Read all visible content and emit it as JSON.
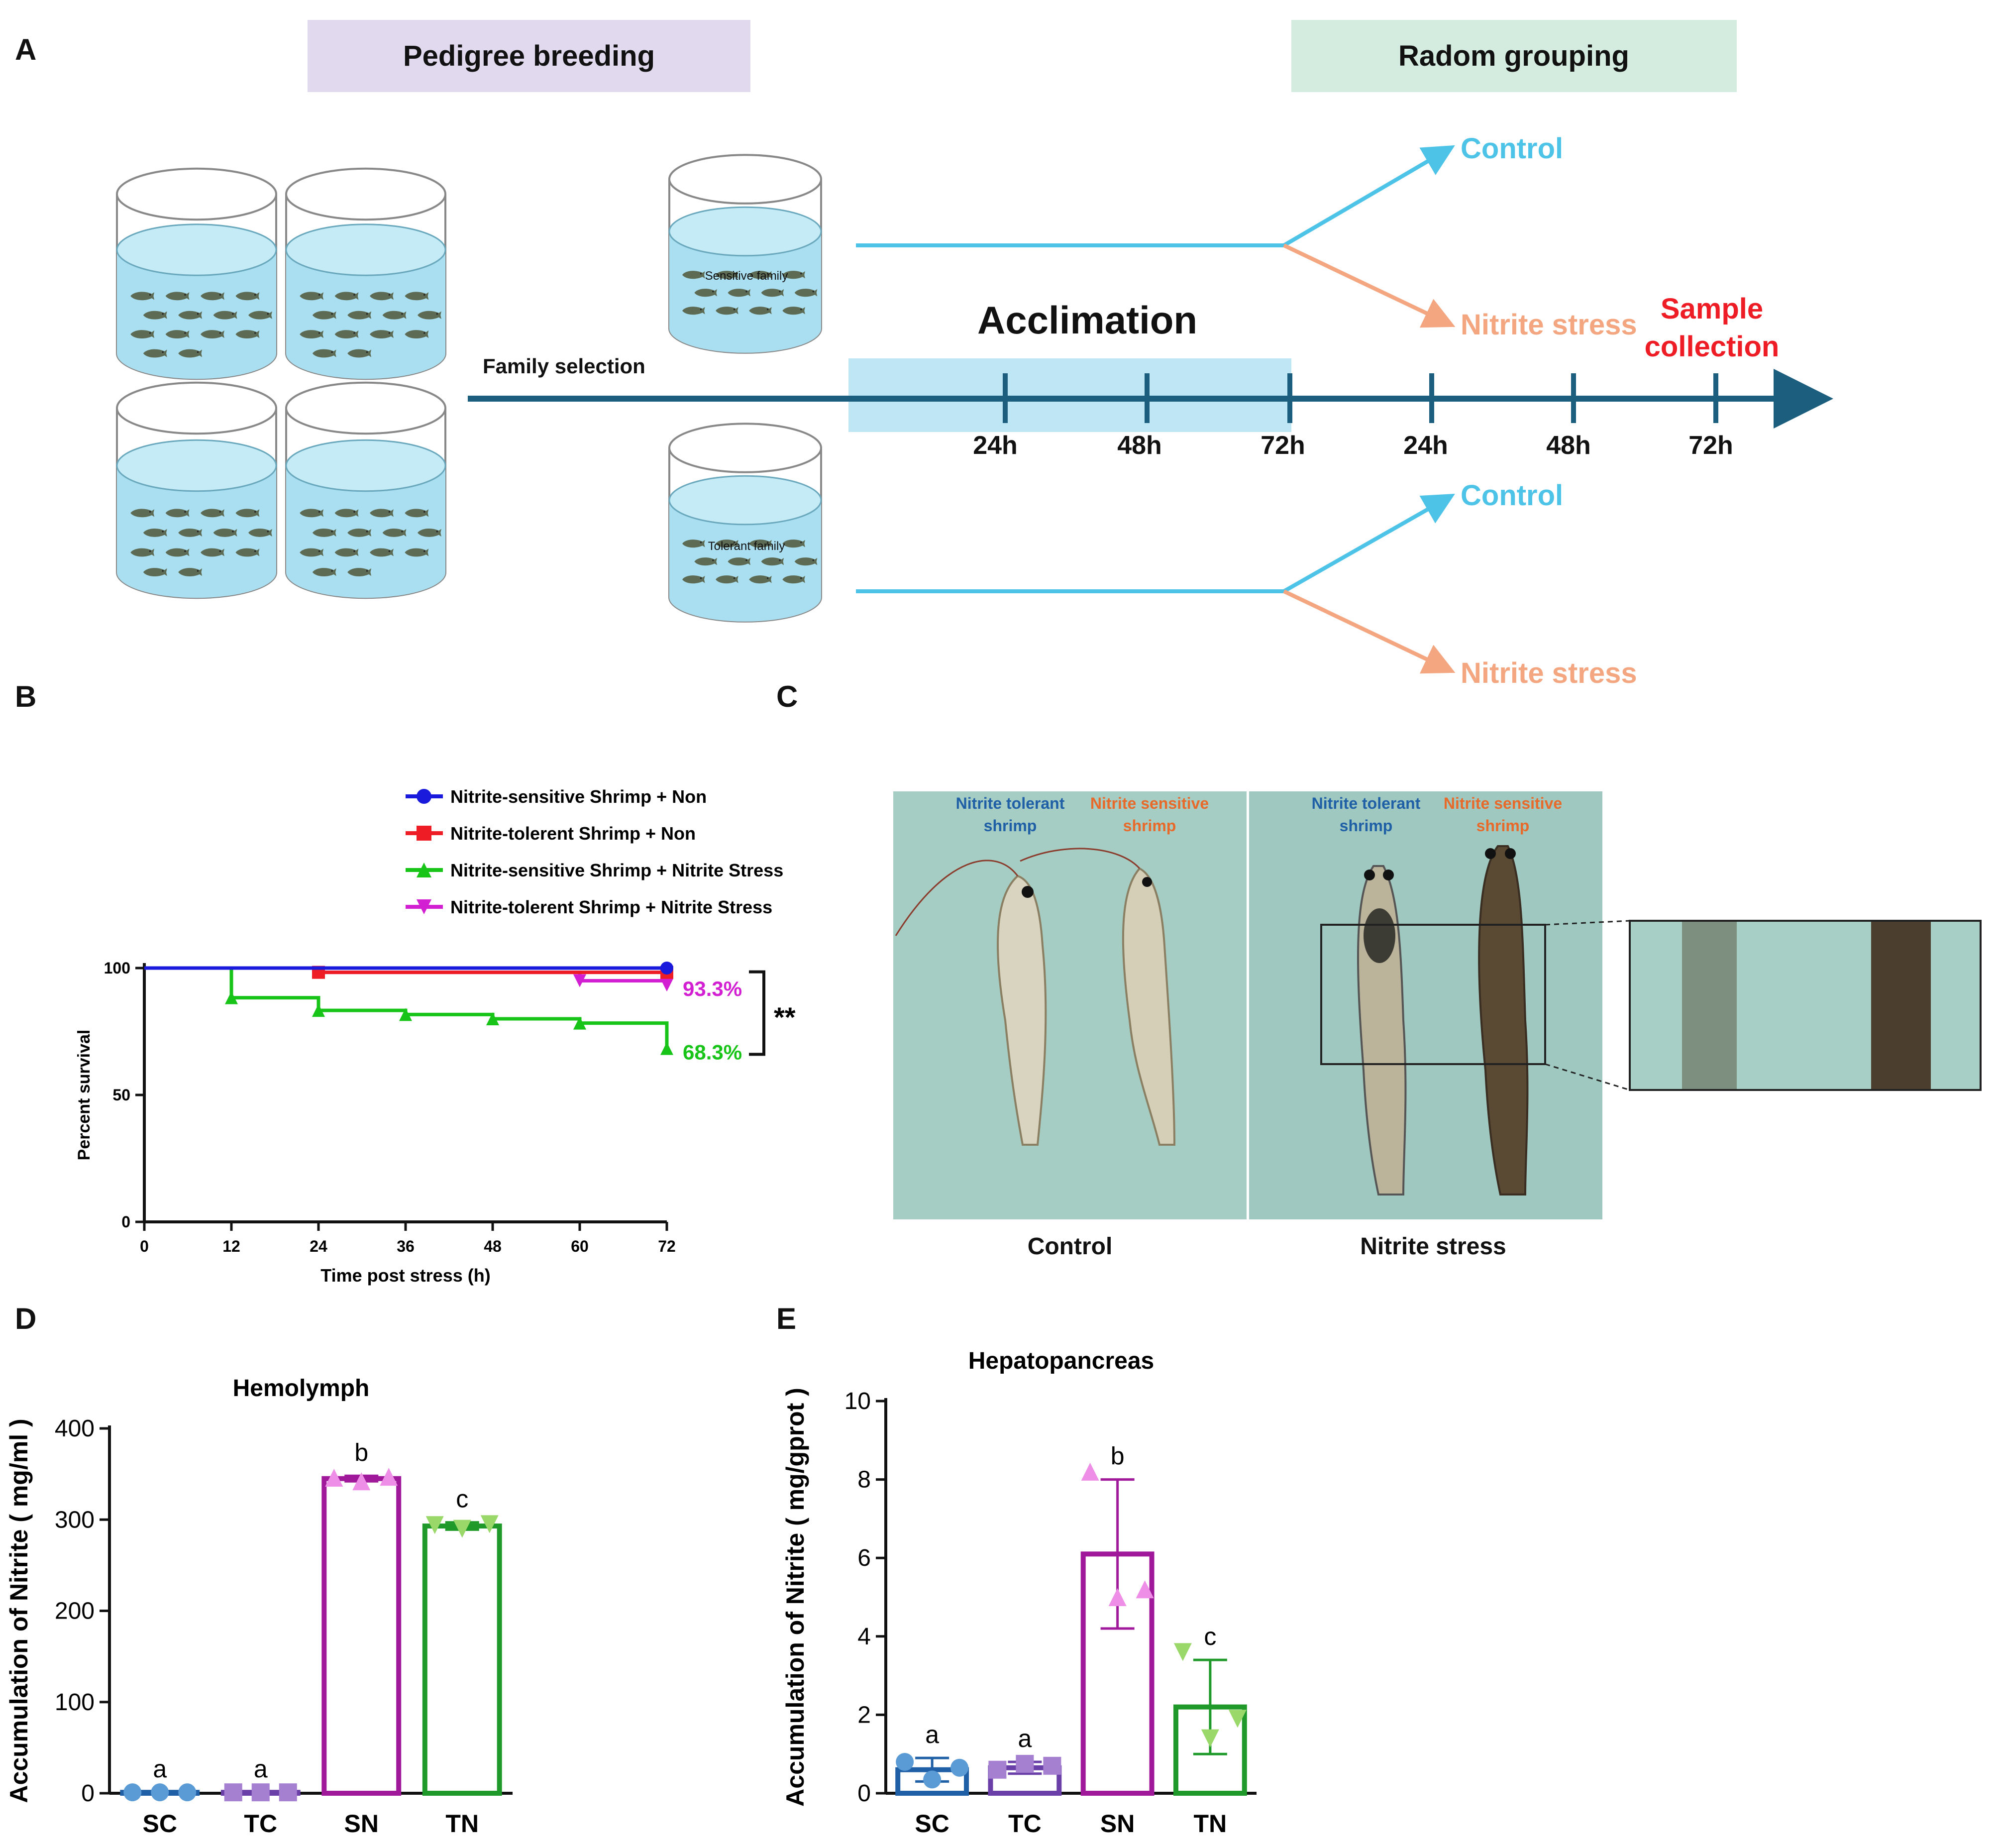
{
  "panel_labels": {
    "a": "A",
    "b": "B",
    "c": "C",
    "d": "D",
    "e": "E"
  },
  "panel_a": {
    "box_left": "Pedigree breeding",
    "box_right": "Radom grouping",
    "family_selection": "Family selection",
    "sensitive_tank": "Sensitive family",
    "tolerant_tank": "Tolerant family",
    "acclimation": "Acclimation",
    "timeline_ticks": [
      "24h",
      "48h",
      "72h",
      "24h",
      "48h",
      "72h"
    ],
    "branch_control": "Control",
    "branch_stress": "Nitrite stress",
    "sample_collection_line1": "Sample",
    "sample_collection_line2": "collection",
    "colors": {
      "box_left": "#e1d9ee",
      "box_right": "#d4ecdf",
      "timeline": "#1b5e7d",
      "control": "#4ec3e8",
      "stress": "#f3a67f",
      "sample": "#ee1c24",
      "water": "#a9dff0"
    }
  },
  "panel_c": {
    "tolerant_label_line1": "Nitrite tolerant",
    "tolerant_label_line2": "shrimp",
    "sensitive_label_line1": "Nitrite sensitive",
    "sensitive_label_line2": "shrimp",
    "caption_control": "Control",
    "caption_stress": "Nitrite stress",
    "colors": {
      "tolerant": "#1f5fa6",
      "sensitive": "#e86a2a",
      "background": "#a6cdc4"
    }
  },
  "chart_data": [
    {
      "id": "B",
      "type": "line",
      "subtype": "step-survival",
      "xlabel": "Time post stress (h)",
      "ylabel": "Percent survival",
      "xlim": [
        0,
        72
      ],
      "ylim": [
        0,
        100
      ],
      "xticks": [
        "0",
        "12",
        "24",
        "36",
        "48",
        "60",
        "72"
      ],
      "yticks": [
        "0",
        "50",
        "100"
      ],
      "grid": false,
      "legend_position": "top",
      "series": [
        {
          "name": "Nitrite-sensitive Shrimp + Non",
          "color": "#1a1adc",
          "marker": "circle",
          "x": [
            0,
            72
          ],
          "y": [
            100,
            100
          ]
        },
        {
          "name": "Nitrite-tolerent Shrimp + Non",
          "color": "#ee1c24",
          "marker": "square",
          "x": [
            0,
            24,
            72
          ],
          "y": [
            100,
            98.3,
            98.3
          ]
        },
        {
          "name": "Nitrite-sensitive Shrimp + Nitrite Stress",
          "color": "#19c419",
          "marker": "triangle-up",
          "x": [
            0,
            12,
            24,
            36,
            48,
            60,
            72
          ],
          "y": [
            100,
            88.3,
            83.3,
            81.7,
            80,
            78.3,
            68.3
          ]
        },
        {
          "name": "Nitrite-tolerent Shrimp + Nitrite Stress",
          "color": "#d21fd2",
          "marker": "triangle-down",
          "x": [
            0,
            24,
            60,
            72
          ],
          "y": [
            100,
            98.3,
            95,
            93.3
          ]
        }
      ],
      "annotations": {
        "tolerant_final": "93.3%",
        "sensitive_final": "68.3%",
        "significance": "**"
      }
    },
    {
      "id": "D",
      "type": "bar",
      "title": "Hemolymph",
      "xlabel": "",
      "ylabel": "Accumulation of Nitrite ( mg/ml )",
      "ylim": [
        0,
        400
      ],
      "yticks": [
        "0",
        "100",
        "200",
        "300",
        "400"
      ],
      "categories": [
        "SC",
        "TC",
        "SN",
        "TN"
      ],
      "values": [
        1,
        1,
        345,
        293
      ],
      "errors": [
        0,
        0,
        3,
        4
      ],
      "points": [
        [
          1,
          1,
          1
        ],
        [
          1,
          1,
          1
        ],
        [
          346,
          342,
          347
        ],
        [
          294,
          290,
          295
        ]
      ],
      "letters": [
        "a",
        "a",
        "b",
        "c"
      ],
      "colors": [
        "#1f5fa6",
        "#6a3fa8",
        "#a0199a",
        "#1f9a2a"
      ],
      "point_colors": [
        "#5b9bd5",
        "#a57fd0",
        "#ee8ee6",
        "#9ad86a"
      ],
      "markers": [
        "circle",
        "square",
        "triangle-up",
        "triangle-down"
      ]
    },
    {
      "id": "E",
      "type": "bar",
      "title": "Hepatopancreas",
      "xlabel": "",
      "ylabel": "Accumulation of Nitrite ( mg/gprot )",
      "ylim": [
        0,
        10
      ],
      "yticks": [
        "0",
        "2",
        "4",
        "6",
        "8",
        "10"
      ],
      "categories": [
        "SC",
        "TC",
        "SN",
        "TN"
      ],
      "values": [
        0.6,
        0.65,
        6.1,
        2.2
      ],
      "errors": [
        0.3,
        0.15,
        1.9,
        1.2
      ],
      "points": [
        [
          0.8,
          0.35,
          0.65
        ],
        [
          0.6,
          0.75,
          0.7
        ],
        [
          8.2,
          5.0,
          5.2
        ],
        [
          3.6,
          1.4,
          1.9
        ]
      ],
      "letters": [
        "a",
        "a",
        "b",
        "c"
      ],
      "colors": [
        "#1f5fa6",
        "#6a3fa8",
        "#a0199a",
        "#1f9a2a"
      ],
      "point_colors": [
        "#5b9bd5",
        "#a57fd0",
        "#ee8ee6",
        "#9ad86a"
      ],
      "markers": [
        "circle",
        "square",
        "triangle-up",
        "triangle-down"
      ]
    }
  ]
}
